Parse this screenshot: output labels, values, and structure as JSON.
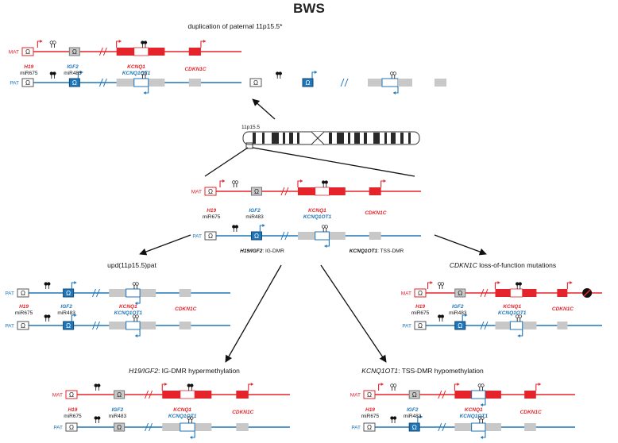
{
  "title": "BWS",
  "chromosome_label": "11p15.5",
  "strand_mat": "MAT",
  "strand_pat": "PAT",
  "genes": {
    "h19": "H19",
    "mir675": "miR675",
    "igf2": "IGF2",
    "mir483": "miR483",
    "kcnq1": "KCNQ1",
    "kcnq1ot1": "KCNQ1OT1",
    "cdkn1c": "CDKN1C"
  },
  "dmr_labels": {
    "h19_igf2_gene": "H19/IGF2",
    "h19_igf2_text": ": IG-DMR",
    "kcnq1ot1_gene": "KCNQ1OT1",
    "kcnq1ot1_text": ": TSS-DMR"
  },
  "panels": {
    "duplication": {
      "caption": "duplication of paternal 11p15.5*"
    },
    "upd": {
      "caption": "upd(11p15.5)pat"
    },
    "cdkn1c": {
      "caption_gene": "CDKN1C",
      "caption_text": " loss-of-function mutations"
    },
    "hyper": {
      "caption_gene": "H19/IGF2",
      "caption_text": ": IG-DMR hypermethylation"
    },
    "hypo": {
      "caption_gene": "KCNQ1OT1",
      "caption_text": ": TSS-DMR hypomethylation"
    }
  },
  "colors": {
    "maternal": "#e5232a",
    "paternal": "#1f76b9",
    "igf2_active": "#1f76b9",
    "silenced": "#c8c8c8"
  }
}
